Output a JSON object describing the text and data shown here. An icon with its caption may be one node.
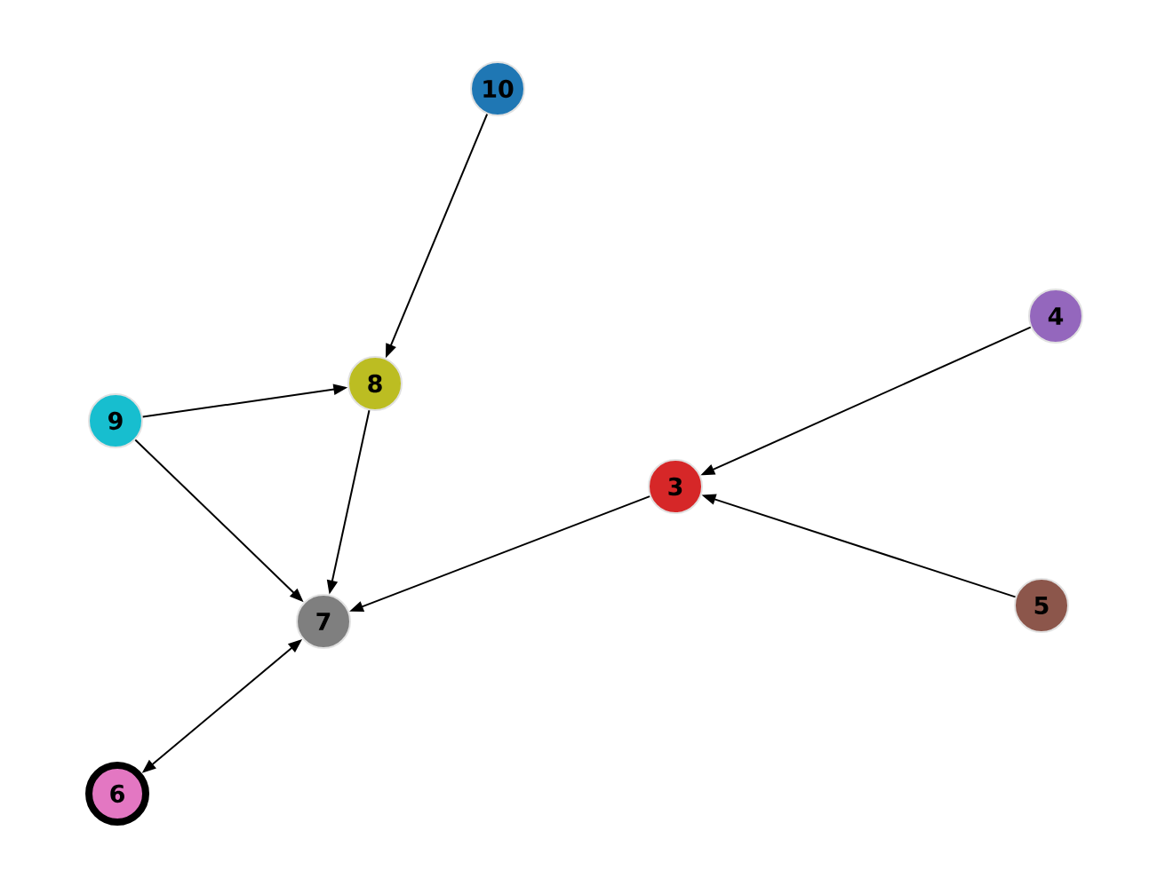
{
  "diagram": {
    "nodes": [
      {
        "text": [
          "10"
        ]
      },
      {
        "text": [
          "4"
        ]
      },
      {
        "text": [
          "8"
        ]
      },
      {
        "text": [
          "9"
        ]
      },
      {
        "text": [
          "3"
        ]
      },
      {
        "text": [
          "5"
        ]
      },
      {
        "text": [
          "7"
        ]
      },
      {
        "text": [
          "6"
        ]
      }
    ],
    "edges": [
      {
        "from": 0,
        "to": 2,
        "arrow": "to"
      },
      {
        "from": 3,
        "to": 2,
        "arrow": "to"
      },
      {
        "from": 3,
        "to": 6,
        "arrow": "to"
      },
      {
        "from": 2,
        "to": 6,
        "arrow": "to"
      },
      {
        "from": 4,
        "to": 6,
        "arrow": "to"
      },
      {
        "from": 1,
        "to": 4,
        "arrow": "to"
      },
      {
        "from": 5,
        "to": 4,
        "arrow": "to"
      },
      {
        "from": 7,
        "to": 6,
        "arrow": "both"
      }
    ]
  }
}
